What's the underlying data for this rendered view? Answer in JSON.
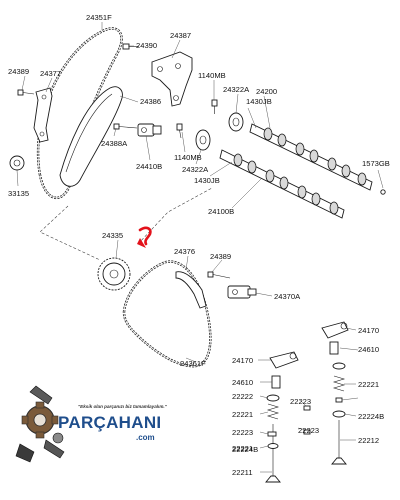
{
  "labels": {
    "l24351F": "24351F",
    "l24390": "24390",
    "l24387": "24387",
    "l24389a": "24389",
    "l24377": "24377",
    "l1140MB_a": "1140MB",
    "l24200": "24200",
    "l24322A_a": "24322A",
    "l1430JB_a": "1430JB",
    "l24386": "24386",
    "l24388A": "24388A",
    "l24410B": "24410B",
    "l1140MB_b": "1140MB",
    "l24322A_b": "24322A",
    "l1430JB_b": "1430JB",
    "l1573GB": "1573GB",
    "l33135": "33135",
    "l24100B": "24100B",
    "l24335": "24335",
    "l24376": "24376",
    "l24389b": "24389",
    "l24370A": "24370A",
    "l24361F": "24361F",
    "l24170a": "24170",
    "l24170b": "24170",
    "l24610a": "24610",
    "l24610b": "24610",
    "l22221a": "22221",
    "l22221b": "22221",
    "l22221c": "22221",
    "l22222": "22222",
    "l22223a": "22223",
    "l22223b": "22223",
    "l22223c": "22223",
    "l22224Ba": "22224B",
    "l22224Bb": "22224B",
    "l22212": "22212",
    "l22211": "22211"
  },
  "logo": {
    "name": "PARÇAHANI",
    "domain": ".com",
    "tagline": "\"Eksik olan parçanızı biz tamamlayalım.\""
  },
  "colors": {
    "ink": "#1a1a1a",
    "highlight": "#e3121b",
    "brand": "#1f4e8c"
  }
}
